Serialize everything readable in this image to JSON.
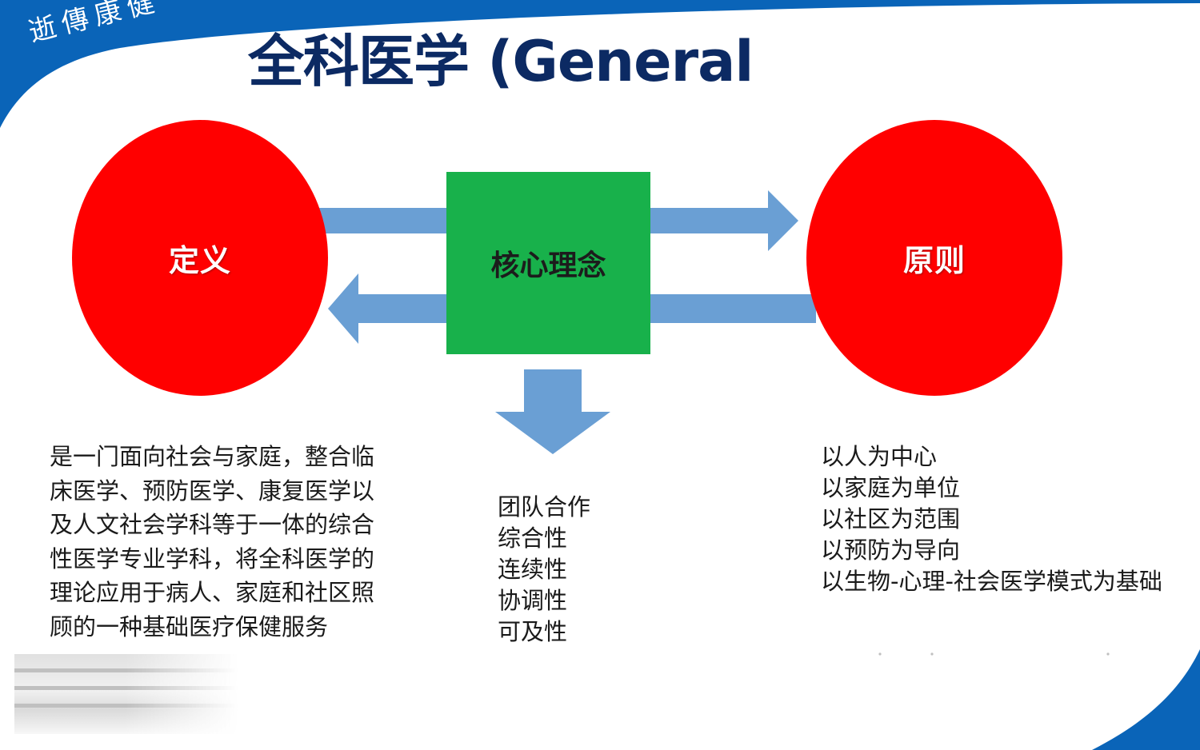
{
  "header": {
    "logo_text": "逝傳康健",
    "title": "全科医学 (General"
  },
  "diagram": {
    "left_node": {
      "label": "定义"
    },
    "center_node": {
      "label": "核心理念"
    },
    "right_node": {
      "label": "原则"
    },
    "definition_lines": [
      "是一门面向社会与家庭，整合临",
      "床医学、预防医学、康复医学以",
      "及人文社会学科等于一体的综合",
      "性医学专业学科，将全科医学的",
      "理论应用于病人、家庭和社区照",
      "顾的一种基础医疗保健服务"
    ],
    "core_items": [
      "团队合作",
      "综合性",
      "连续性",
      "协调性",
      "可及性"
    ],
    "principle_items": [
      "以人为中心",
      "以家庭为单位",
      "以社区为范围",
      "以预防为导向",
      "以生物-心理-社会医学模式为基础"
    ]
  },
  "colors": {
    "brand_blue": "#0a64b8",
    "circle_red": "#ff0000",
    "core_green": "#18b14b",
    "arrow_blue": "#6a9fd4",
    "title_navy": "#0c2a63"
  }
}
